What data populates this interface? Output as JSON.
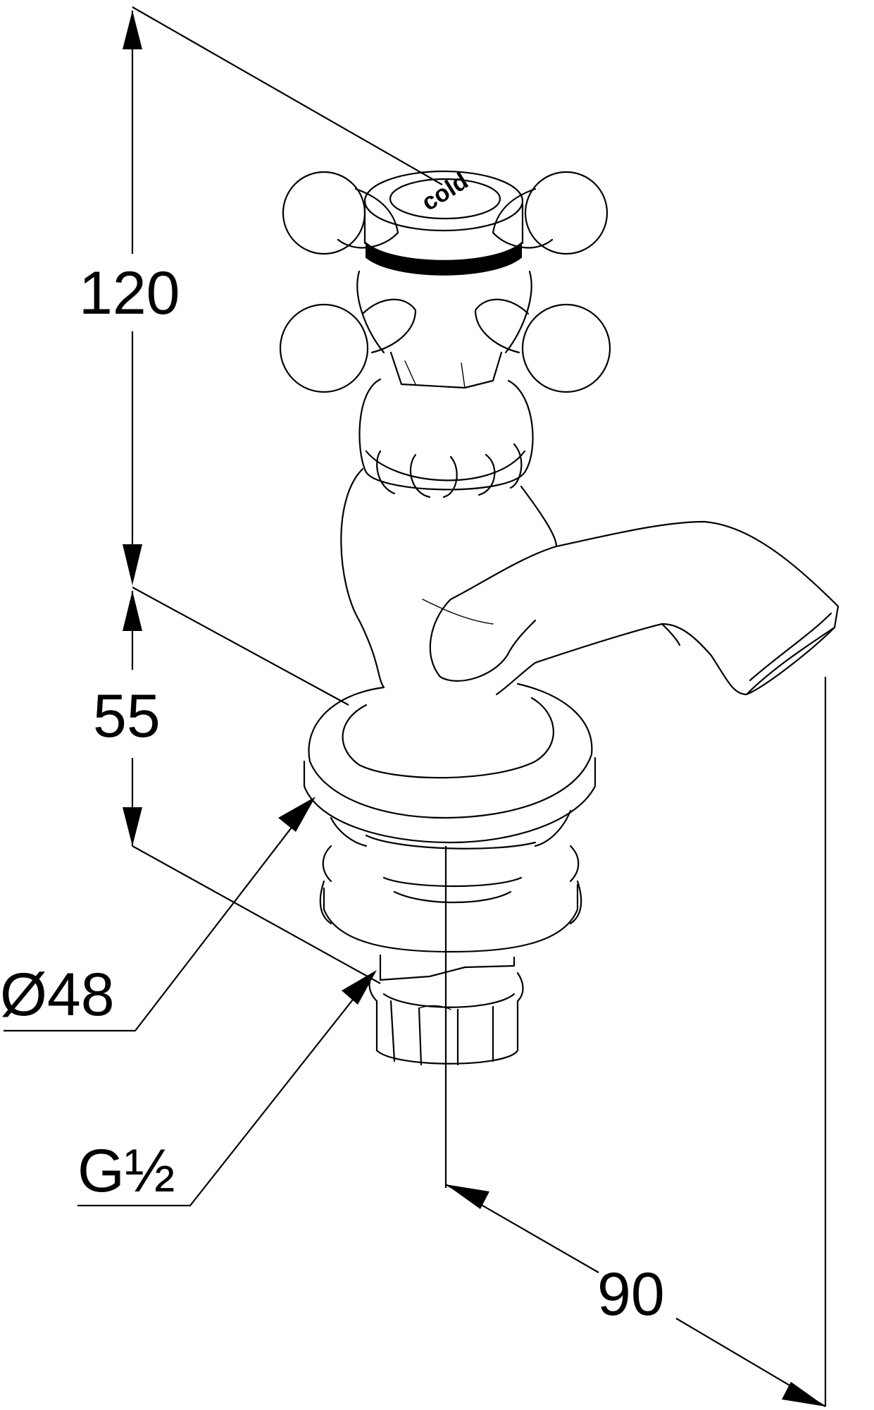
{
  "dimensions": {
    "height_total": "120",
    "height_lower": "55",
    "diameter": "Ø48",
    "thread": "G½",
    "projection": "90"
  },
  "handle_cap_text": "cold"
}
